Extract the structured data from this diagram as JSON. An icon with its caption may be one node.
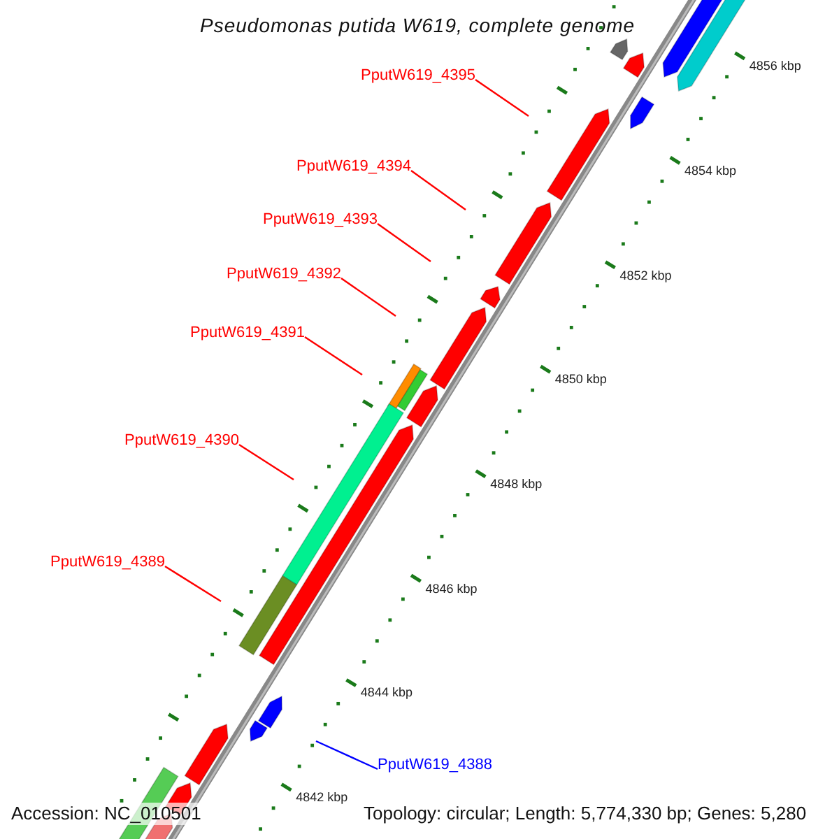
{
  "diagram": {
    "title": "Pseudomonas putida W619, complete genome",
    "nodes": [
      {
        "text": [
          "PputW619_4395"
        ]
      },
      {
        "text": [
          "PputW619_4394"
        ]
      },
      {
        "text": [
          "PputW619_4393"
        ]
      },
      {
        "text": [
          "PputW619_4392"
        ]
      },
      {
        "text": [
          "PputW619_4391"
        ]
      },
      {
        "text": [
          "PputW619_4390"
        ]
      },
      {
        "text": [
          "PputW619_4389"
        ]
      },
      {
        "text": [
          "PputW619_4388"
        ]
      }
    ],
    "edges": [
      {
        "from": 0,
        "to": null,
        "arrow": "none"
      },
      {
        "from": 1,
        "to": null,
        "arrow": "none"
      },
      {
        "from": 2,
        "to": null,
        "arrow": "none"
      },
      {
        "from": 3,
        "to": null,
        "arrow": "none"
      },
      {
        "from": 4,
        "to": null,
        "arrow": "none"
      },
      {
        "from": 5,
        "to": null,
        "arrow": "none"
      },
      {
        "from": 6,
        "to": null,
        "arrow": "none"
      },
      {
        "from": 7,
        "to": null,
        "arrow": "none",
        "color": "#0000ff"
      }
    ],
    "labels": [
      "4856 kbp",
      "4854 kbp",
      "4852 kbp",
      "4850 kbp",
      "4848 kbp",
      "4846 kbp",
      "4844 kbp",
      "4842 kbp",
      "Accession: NC_010501",
      "Topology: circular; Length: 5,774,330 bp; Genes: 5,280"
    ]
  }
}
